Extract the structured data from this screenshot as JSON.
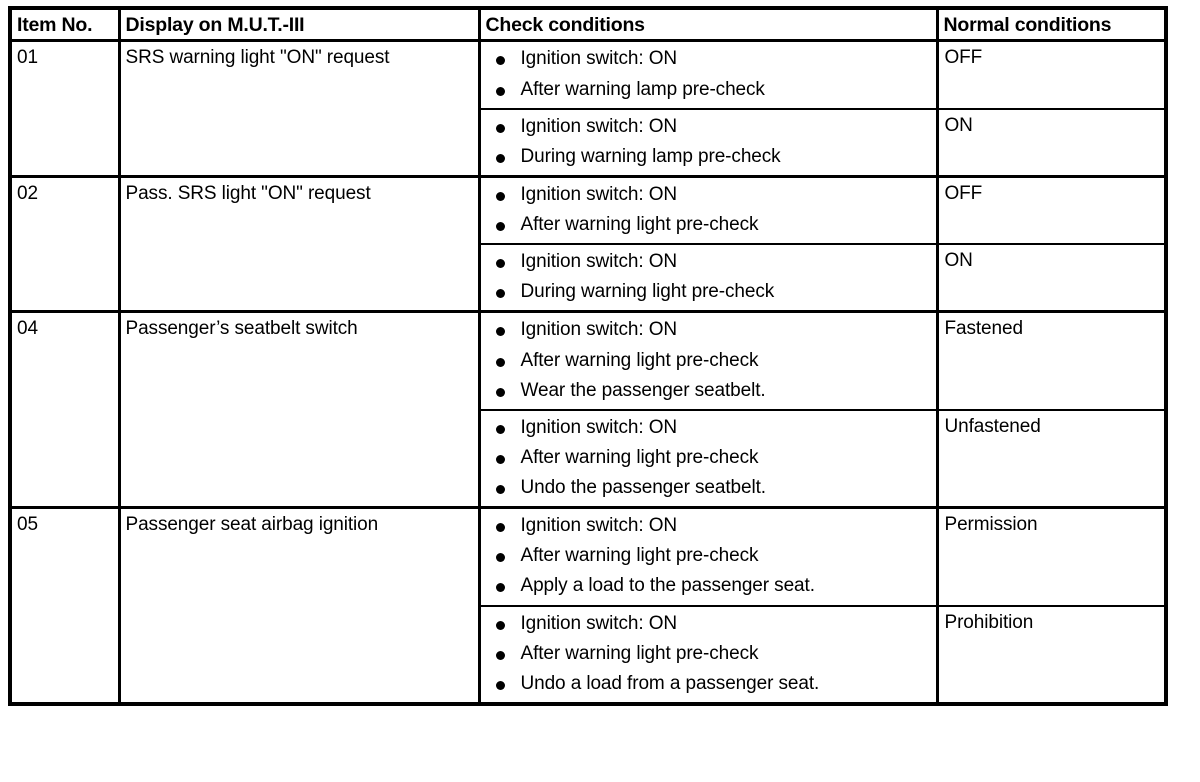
{
  "table": {
    "columns": [
      {
        "key": "item_no",
        "label": "Item No."
      },
      {
        "key": "display",
        "label": "Display on M.U.T.-III"
      },
      {
        "key": "check",
        "label": "Check conditions"
      },
      {
        "key": "normal",
        "label": "Normal conditions"
      }
    ],
    "items": [
      {
        "item_no": "01",
        "display": "SRS warning light \"ON\" request",
        "subrows": [
          {
            "conditions": [
              "Ignition switch: ON",
              "After warning lamp pre-check"
            ],
            "normal": "OFF"
          },
          {
            "conditions": [
              "Ignition switch: ON",
              "During warning lamp pre-check"
            ],
            "normal": "ON"
          }
        ]
      },
      {
        "item_no": "02",
        "display": "Pass. SRS light \"ON\" request",
        "subrows": [
          {
            "conditions": [
              "Ignition switch: ON",
              "After warning light pre-check"
            ],
            "normal": "OFF"
          },
          {
            "conditions": [
              "Ignition switch: ON",
              "During warning light pre-check"
            ],
            "normal": "ON"
          }
        ]
      },
      {
        "item_no": "04",
        "display": "Passenger’s seatbelt switch",
        "subrows": [
          {
            "conditions": [
              "Ignition switch: ON",
              "After warning light pre-check",
              "Wear the passenger seatbelt."
            ],
            "normal": "Fastened"
          },
          {
            "conditions": [
              "Ignition switch: ON",
              "After warning light pre-check",
              "Undo the passenger seatbelt."
            ],
            "normal": "Unfastened"
          }
        ]
      },
      {
        "item_no": "05",
        "display": "Passenger seat airbag ignition",
        "subrows": [
          {
            "conditions": [
              "Ignition switch: ON",
              "After warning light pre-check",
              "Apply a load to the passenger seat."
            ],
            "normal": "Permission"
          },
          {
            "conditions": [
              "Ignition switch: ON",
              "After warning light pre-check",
              "Undo a load from a passenger seat."
            ],
            "normal": "Prohibition"
          }
        ]
      }
    ]
  },
  "colors": {
    "border": "#000000",
    "text": "#000000",
    "background": "#ffffff"
  }
}
